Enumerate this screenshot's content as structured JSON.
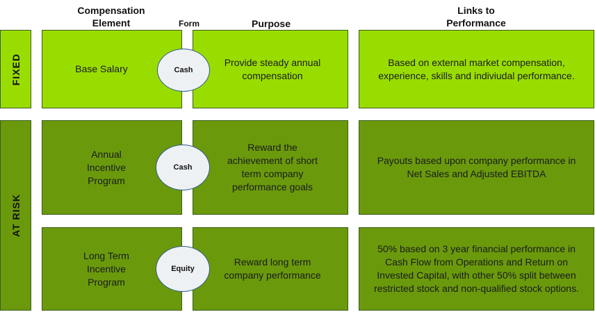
{
  "headers": {
    "element": [
      "Compensation",
      "Element"
    ],
    "form": "Form",
    "purpose": "Purpose",
    "links": [
      "Links to",
      "Performance"
    ]
  },
  "sections": {
    "fixed": "FIXED",
    "atrisk": "AT RISK"
  },
  "rows": [
    {
      "element": "Base Salary",
      "form": "Cash",
      "purpose": "Provide steady annual compensation",
      "links": "Based on external market compensation, experience, skills and indiviudal performance."
    },
    {
      "element": "Annual Incentive Program",
      "form": "Cash",
      "purpose": "Reward the achievement of short term company performance goals",
      "links": "Payouts based upon company performance in Net Sales and Adjusted EBITDA"
    },
    {
      "element": "Long Term Incentive Program",
      "form": "Equity",
      "purpose": "Reward long term company performance",
      "links": "50% based on 3 year financial performance in Cash Flow from Operations and Return on Invested Capital, with other 50% split between restricted stock and non-qualified stock options."
    }
  ],
  "colors": {
    "fixed_fill": "#99dd00",
    "atrisk_fill": "#6a9a0c",
    "oval_fill": "#eef1f4",
    "oval_border": "#2f5a8a"
  }
}
